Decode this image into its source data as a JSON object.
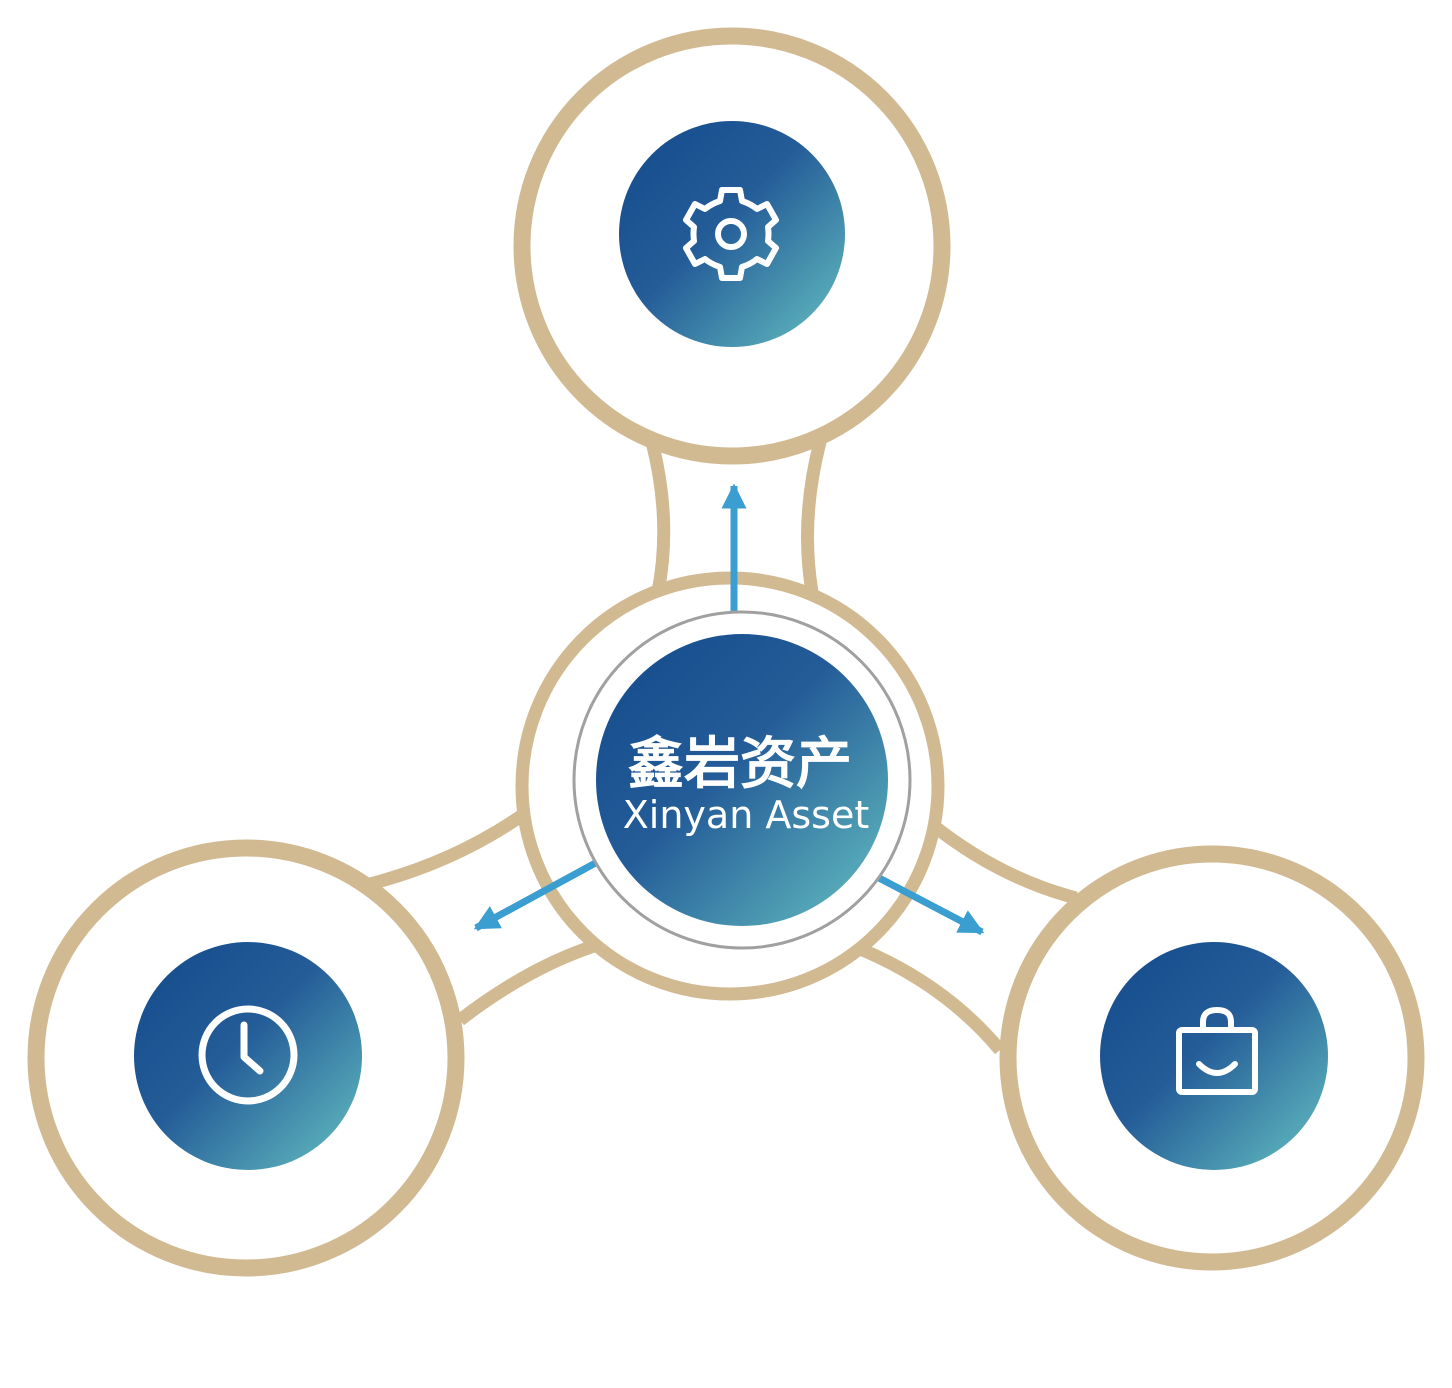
{
  "brand": {
    "name_cn": "鑫岩资产",
    "name_en": "Xinyan Asset"
  },
  "nodes": [
    {
      "id": "top",
      "icon": "gear-icon"
    },
    {
      "id": "left",
      "icon": "clock-icon"
    },
    {
      "id": "right",
      "icon": "shopping-bag-icon"
    }
  ],
  "colors": {
    "gold_ring": "#D1BA92",
    "gradient_start": "#134A8C",
    "gradient_end": "#66C2C2",
    "arrow": "#3B9ED0",
    "center_ring": "#A0A0A0",
    "icon_stroke": "#FFFFFF"
  }
}
